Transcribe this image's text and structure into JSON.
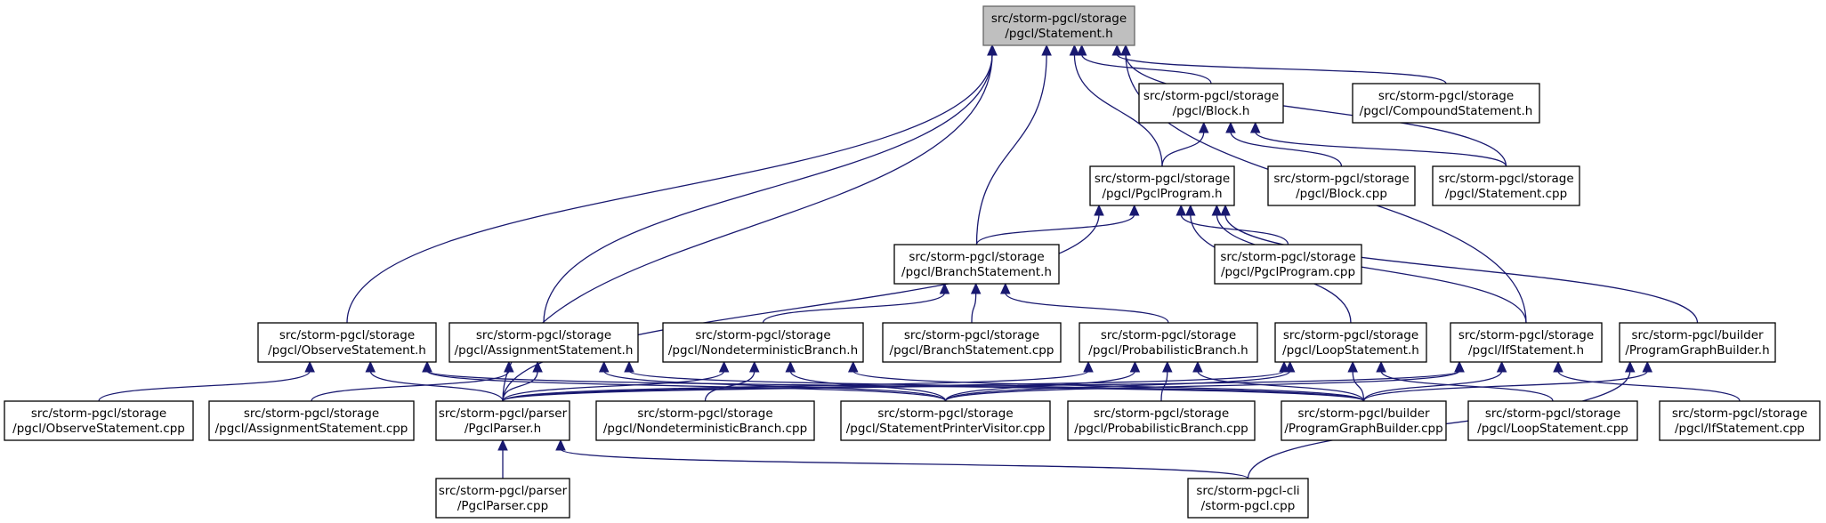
{
  "nodes": [
    {
      "id": "statement_h",
      "lines": [
        "src/storm-pgcl/storage",
        "/pgcl/Statement.h"
      ],
      "root": true
    },
    {
      "id": "block_h",
      "lines": [
        "src/storm-pgcl/storage",
        "/pgcl/Block.h"
      ]
    },
    {
      "id": "compound_h",
      "lines": [
        "src/storm-pgcl/storage",
        "/pgcl/CompoundStatement.h"
      ]
    },
    {
      "id": "pgclprogram_h",
      "lines": [
        "src/storm-pgcl/storage",
        "/pgcl/PgclProgram.h"
      ]
    },
    {
      "id": "block_cpp",
      "lines": [
        "src/storm-pgcl/storage",
        "/pgcl/Block.cpp"
      ]
    },
    {
      "id": "statement_cpp",
      "lines": [
        "src/storm-pgcl/storage",
        "/pgcl/Statement.cpp"
      ]
    },
    {
      "id": "branch_h",
      "lines": [
        "src/storm-pgcl/storage",
        "/pgcl/BranchStatement.h"
      ]
    },
    {
      "id": "pgclprogram_cpp",
      "lines": [
        "src/storm-pgcl/storage",
        "/pgcl/PgclProgram.cpp"
      ]
    },
    {
      "id": "observe_h",
      "lines": [
        "src/storm-pgcl/storage",
        "/pgcl/ObserveStatement.h"
      ]
    },
    {
      "id": "assign_h",
      "lines": [
        "src/storm-pgcl/storage",
        "/pgcl/AssignmentStatement.h"
      ]
    },
    {
      "id": "nondet_h",
      "lines": [
        "src/storm-pgcl/storage",
        "/pgcl/NondeterministicBranch.h"
      ]
    },
    {
      "id": "branch_cpp",
      "lines": [
        "src/storm-pgcl/storage",
        "/pgcl/BranchStatement.cpp"
      ]
    },
    {
      "id": "prob_h",
      "lines": [
        "src/storm-pgcl/storage",
        "/pgcl/ProbabilisticBranch.h"
      ]
    },
    {
      "id": "loop_h",
      "lines": [
        "src/storm-pgcl/storage",
        "/pgcl/LoopStatement.h"
      ]
    },
    {
      "id": "if_h",
      "lines": [
        "src/storm-pgcl/storage",
        "/pgcl/IfStatement.h"
      ]
    },
    {
      "id": "pgb_h",
      "lines": [
        "src/storm-pgcl/builder",
        "/ProgramGraphBuilder.h"
      ]
    },
    {
      "id": "observe_cpp",
      "lines": [
        "src/storm-pgcl/storage",
        "/pgcl/ObserveStatement.cpp"
      ]
    },
    {
      "id": "assign_cpp",
      "lines": [
        "src/storm-pgcl/storage",
        "/pgcl/AssignmentStatement.cpp"
      ]
    },
    {
      "id": "parser_h",
      "lines": [
        "src/storm-pgcl/parser",
        "/PgclParser.h"
      ]
    },
    {
      "id": "nondet_cpp",
      "lines": [
        "src/storm-pgcl/storage",
        "/pgcl/NondeterministicBranch.cpp"
      ]
    },
    {
      "id": "spv_cpp",
      "lines": [
        "src/storm-pgcl/storage",
        "/pgcl/StatementPrinterVisitor.cpp"
      ]
    },
    {
      "id": "prob_cpp",
      "lines": [
        "src/storm-pgcl/storage",
        "/pgcl/ProbabilisticBranch.cpp"
      ]
    },
    {
      "id": "pgb_cpp",
      "lines": [
        "src/storm-pgcl/builder",
        "/ProgramGraphBuilder.cpp"
      ]
    },
    {
      "id": "loop_cpp",
      "lines": [
        "src/storm-pgcl/storage",
        "/pgcl/LoopStatement.cpp"
      ]
    },
    {
      "id": "if_cpp",
      "lines": [
        "src/storm-pgcl/storage",
        "/pgcl/IfStatement.cpp"
      ]
    },
    {
      "id": "parser_cpp",
      "lines": [
        "src/storm-pgcl/parser",
        "/PgclParser.cpp"
      ]
    },
    {
      "id": "cli_cpp",
      "lines": [
        "src/storm-pgcl-cli",
        "/storm-pgcl.cpp"
      ]
    }
  ],
  "edges": [
    {
      "from": "block_h",
      "to": "statement_h"
    },
    {
      "from": "compound_h",
      "to": "statement_h"
    },
    {
      "from": "statement_cpp",
      "to": "statement_h"
    },
    {
      "from": "pgclprogram_h",
      "to": "statement_h"
    },
    {
      "from": "branch_h",
      "to": "statement_h"
    },
    {
      "from": "observe_h",
      "to": "statement_h"
    },
    {
      "from": "assign_h",
      "to": "statement_h"
    },
    {
      "from": "if_h",
      "to": "statement_h"
    },
    {
      "from": "parser_h",
      "to": "statement_h"
    },
    {
      "from": "pgclprogram_h",
      "to": "block_h"
    },
    {
      "from": "block_cpp",
      "to": "block_h"
    },
    {
      "from": "statement_cpp",
      "to": "block_h"
    },
    {
      "from": "branch_h",
      "to": "pgclprogram_h"
    },
    {
      "from": "pgclprogram_cpp",
      "to": "pgclprogram_h"
    },
    {
      "from": "pgb_h",
      "to": "pgclprogram_h"
    },
    {
      "from": "loop_h",
      "to": "pgclprogram_h"
    },
    {
      "from": "if_h",
      "to": "pgclprogram_h"
    },
    {
      "from": "parser_h",
      "to": "pgclprogram_h"
    },
    {
      "from": "nondet_h",
      "to": "branch_h"
    },
    {
      "from": "branch_cpp",
      "to": "branch_h"
    },
    {
      "from": "prob_h",
      "to": "branch_h"
    },
    {
      "from": "observe_cpp",
      "to": "observe_h"
    },
    {
      "from": "parser_h",
      "to": "observe_h"
    },
    {
      "from": "spv_cpp",
      "to": "observe_h"
    },
    {
      "from": "pgb_cpp",
      "to": "observe_h"
    },
    {
      "from": "assign_cpp",
      "to": "assign_h"
    },
    {
      "from": "parser_h",
      "to": "assign_h"
    },
    {
      "from": "spv_cpp",
      "to": "assign_h"
    },
    {
      "from": "pgb_cpp",
      "to": "assign_h"
    },
    {
      "from": "nondet_cpp",
      "to": "nondet_h"
    },
    {
      "from": "parser_h",
      "to": "nondet_h"
    },
    {
      "from": "spv_cpp",
      "to": "nondet_h"
    },
    {
      "from": "pgb_cpp",
      "to": "nondet_h"
    },
    {
      "from": "prob_cpp",
      "to": "prob_h"
    },
    {
      "from": "parser_h",
      "to": "prob_h"
    },
    {
      "from": "spv_cpp",
      "to": "prob_h"
    },
    {
      "from": "pgb_cpp",
      "to": "prob_h"
    },
    {
      "from": "loop_cpp",
      "to": "loop_h"
    },
    {
      "from": "parser_h",
      "to": "loop_h"
    },
    {
      "from": "spv_cpp",
      "to": "loop_h"
    },
    {
      "from": "pgb_cpp",
      "to": "loop_h"
    },
    {
      "from": "if_cpp",
      "to": "if_h"
    },
    {
      "from": "parser_h",
      "to": "if_h"
    },
    {
      "from": "spv_cpp",
      "to": "if_h"
    },
    {
      "from": "pgb_cpp",
      "to": "if_h"
    },
    {
      "from": "pgb_cpp",
      "to": "pgb_h"
    },
    {
      "from": "cli_cpp",
      "to": "pgb_h"
    },
    {
      "from": "parser_cpp",
      "to": "parser_h"
    },
    {
      "from": "cli_cpp",
      "to": "parser_h"
    }
  ]
}
